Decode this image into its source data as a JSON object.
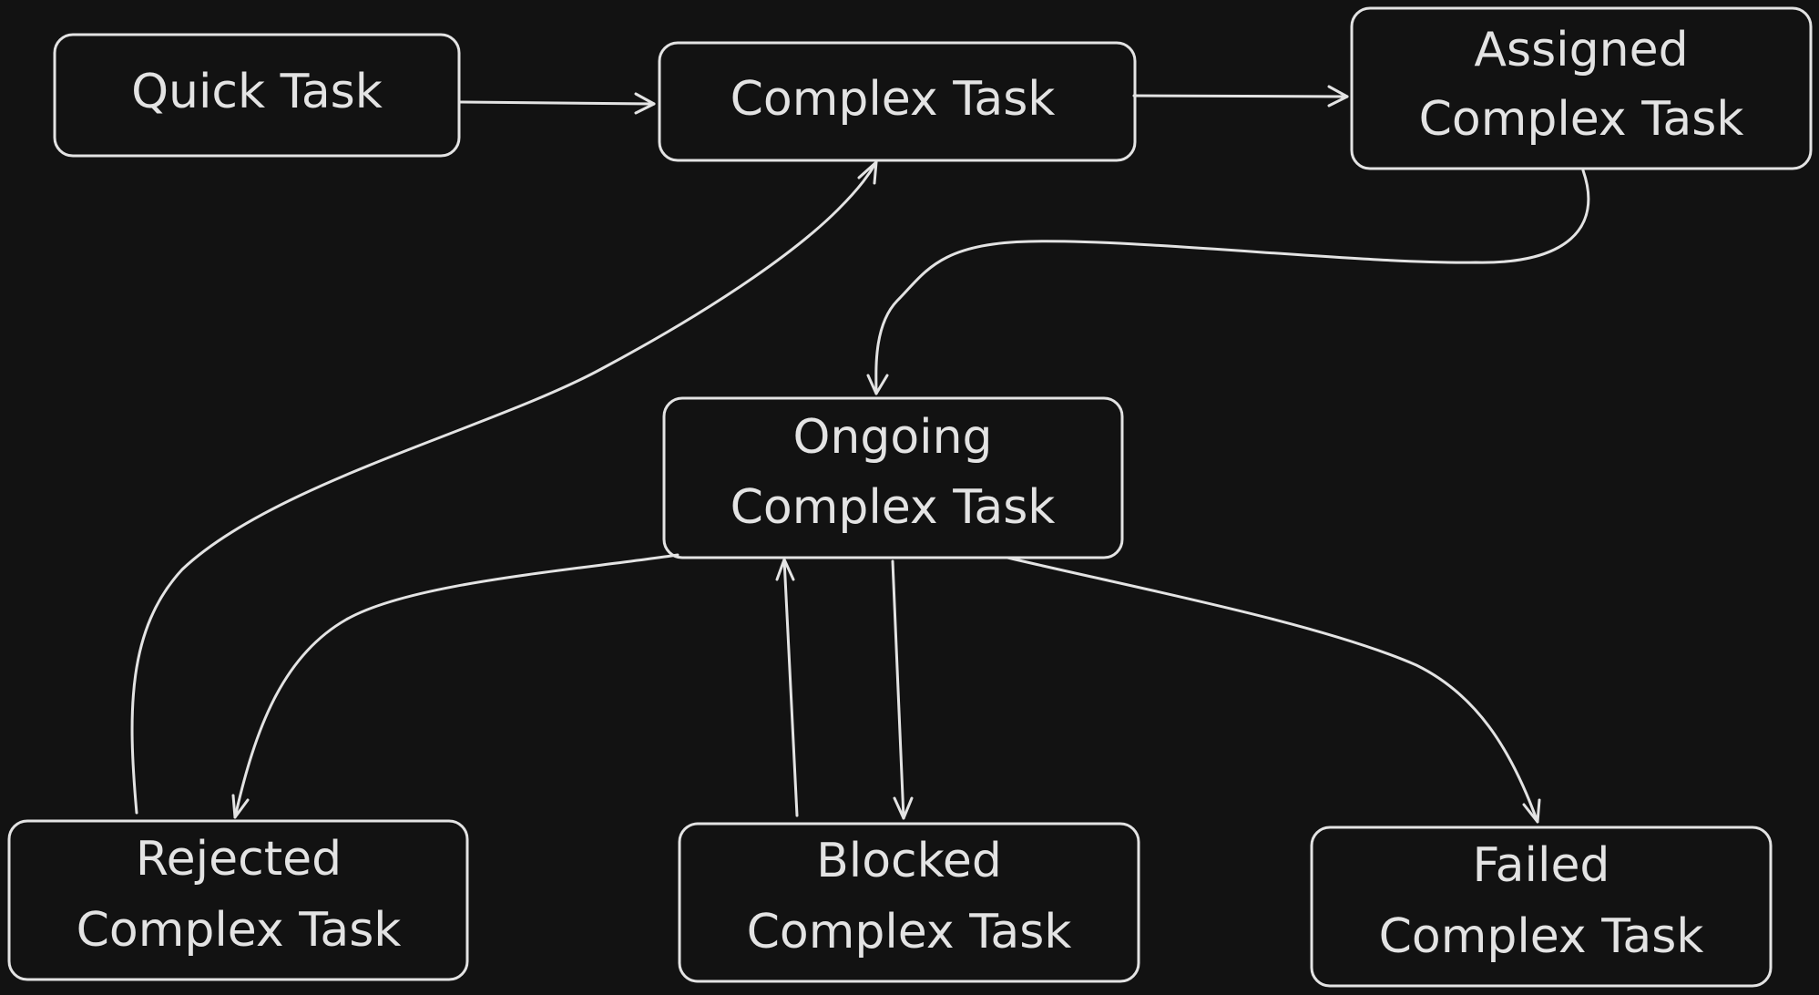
{
  "diagram": {
    "nodes": {
      "quick_task": {
        "lines": [
          "Quick Task"
        ]
      },
      "complex_task": {
        "lines": [
          "Complex Task"
        ]
      },
      "assigned": {
        "lines": [
          "Assigned",
          "Complex Task"
        ]
      },
      "ongoing": {
        "lines": [
          "Ongoing",
          "Complex Task"
        ]
      },
      "rejected": {
        "lines": [
          "Rejected",
          "Complex Task"
        ]
      },
      "blocked": {
        "lines": [
          "Blocked",
          "Complex Task"
        ]
      },
      "failed": {
        "lines": [
          "Failed",
          "Complex Task"
        ]
      }
    },
    "edges": [
      {
        "from": "quick_task",
        "to": "complex_task"
      },
      {
        "from": "complex_task",
        "to": "assigned"
      },
      {
        "from": "assigned",
        "to": "ongoing"
      },
      {
        "from": "ongoing",
        "to": "rejected"
      },
      {
        "from": "ongoing",
        "to": "blocked"
      },
      {
        "from": "blocked",
        "to": "ongoing"
      },
      {
        "from": "ongoing",
        "to": "failed"
      },
      {
        "from": "rejected",
        "to": "complex_task"
      }
    ],
    "colors": {
      "background": "#121212",
      "stroke": "#e3e3e3"
    }
  }
}
